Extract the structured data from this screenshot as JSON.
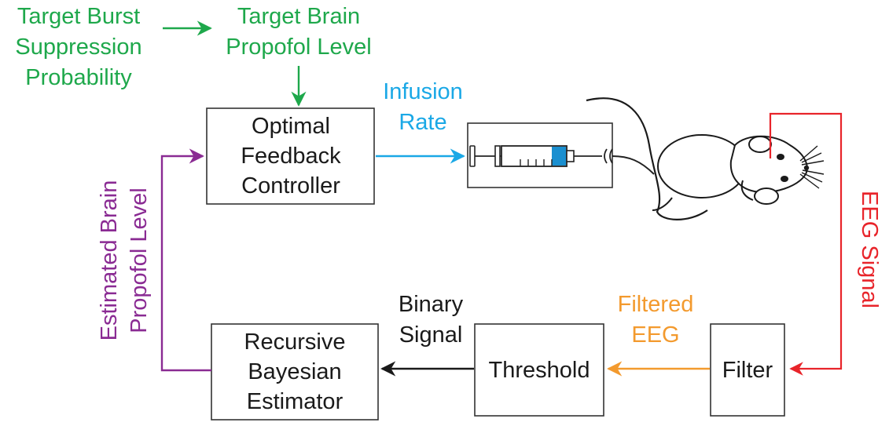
{
  "colors": {
    "green": "#1ea84b",
    "blue": "#1aa8e6",
    "purple": "#8a2b93",
    "red": "#e8242a",
    "orange": "#f39a2e",
    "black": "#1a1a1a",
    "syringe_fluid": "#1a8fd0"
  },
  "inputs": {
    "target_burst": [
      "Target Burst",
      "Suppression",
      "Probability"
    ],
    "target_brain": [
      "Target Brain",
      "Propofol Level"
    ]
  },
  "blocks": {
    "controller": [
      "Optimal",
      "Feedback",
      "Controller"
    ],
    "estimator": [
      "Recursive",
      "Bayesian",
      "Estimator"
    ],
    "threshold": "Threshold",
    "filter": "Filter"
  },
  "signals": {
    "infusion_rate": [
      "Infusion",
      "Rate"
    ],
    "eeg_signal": "EEG Signal",
    "filtered_eeg": [
      "Filtered",
      "EEG"
    ],
    "binary_signal": [
      "Binary",
      "Signal"
    ],
    "estimated_level": [
      "Estimated Brain",
      "Propofol Level"
    ]
  },
  "icons": [
    "syringe-pump-icon",
    "rat-icon"
  ]
}
